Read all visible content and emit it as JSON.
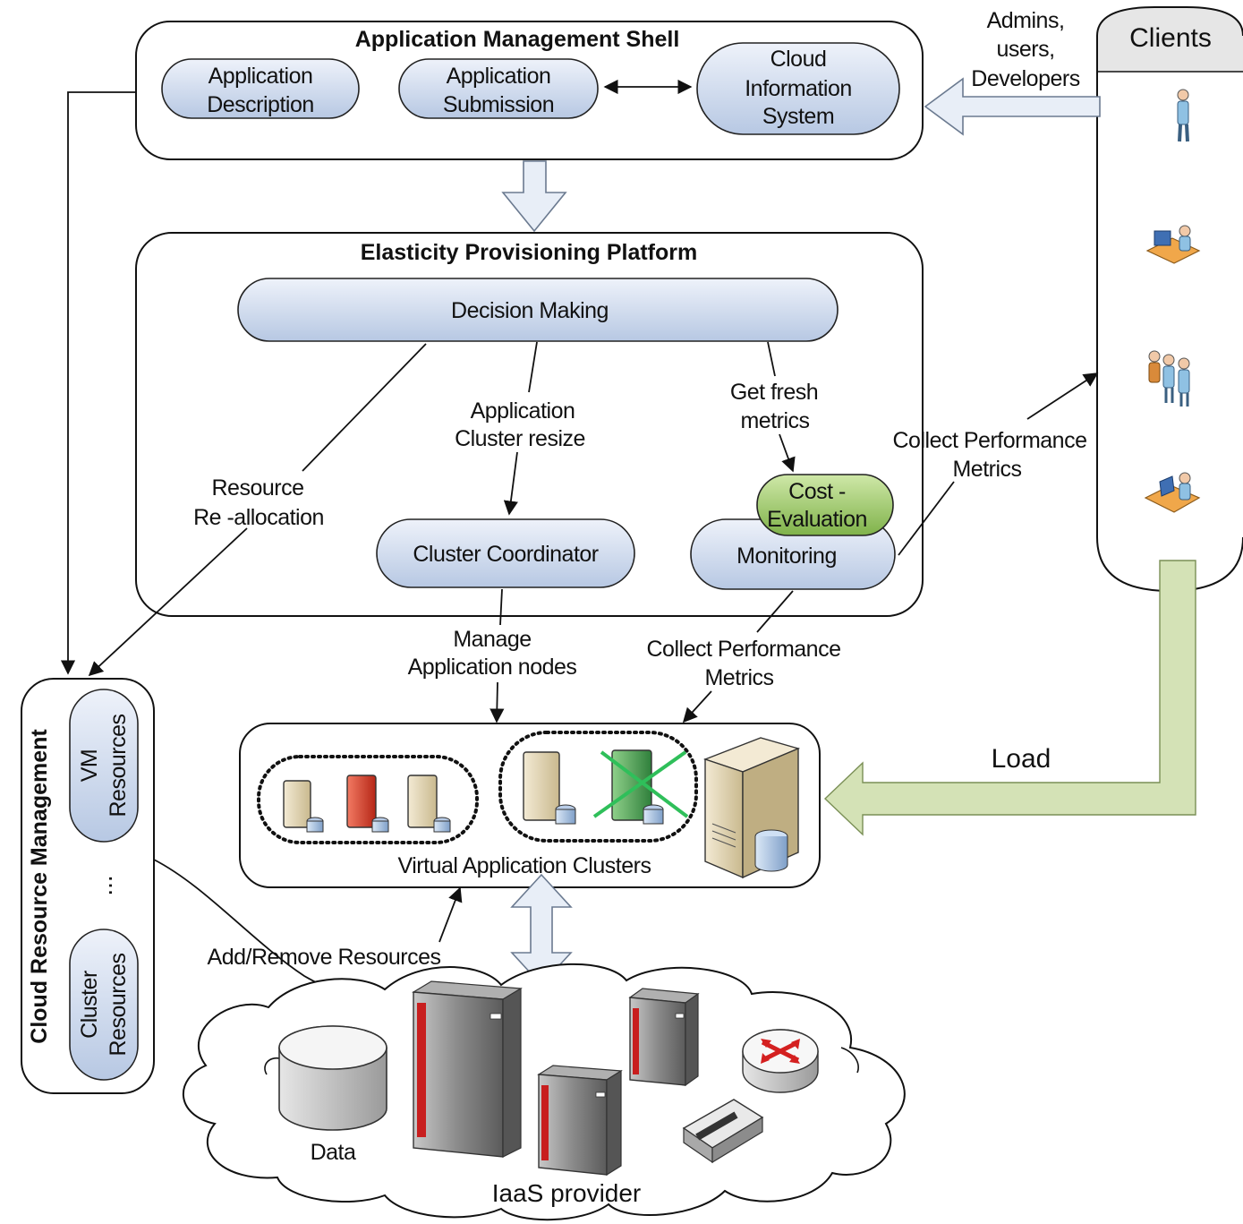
{
  "shell": {
    "title": "Application Management Shell",
    "app_description": [
      "Application",
      "Description"
    ],
    "app_submission": [
      "Application",
      "Submission"
    ],
    "cloud_info": [
      "Cloud",
      "Information",
      "System"
    ]
  },
  "platform": {
    "title": "Elasticity Provisioning Platform",
    "decision_making": "Decision Making",
    "cluster_coordinator": "Cluster Coordinator",
    "monitoring": "Monitoring",
    "cost_evaluation": [
      "Cost -",
      "Evaluation"
    ]
  },
  "edges": {
    "resource_reallocation": [
      "Resource",
      "Re -allocation"
    ],
    "cluster_resize": [
      "Application",
      "Cluster resize"
    ],
    "get_fresh_metrics": [
      "Get fresh",
      "metrics"
    ],
    "collect_metrics_right": [
      "Collect Performance",
      "Metrics"
    ],
    "manage_nodes": [
      "Manage",
      "Application nodes"
    ],
    "collect_metrics_bottom": [
      "Collect Performance",
      "Metrics"
    ],
    "add_remove": "Add/Remove Resources",
    "admins": [
      "Admins,",
      "users,",
      "Developers"
    ],
    "load": "Load"
  },
  "clients": {
    "title": "Clients",
    "icons": [
      "presenter-icon",
      "user-at-desk-icon",
      "user-group-icon",
      "laptop-user-icon"
    ]
  },
  "clusters": {
    "label": "Virtual Application Clusters"
  },
  "crm": {
    "title": "Cloud Resource Management",
    "vm_resources": [
      "VM",
      "Resources"
    ],
    "ellipsis": "...",
    "cluster_resources": [
      "Cluster",
      "Resources"
    ]
  },
  "iaas": {
    "label": "IaaS provider",
    "data_label": "Data"
  },
  "colors": {
    "pill_fill": "#c9d6ea",
    "cost_fill": "#9cc86b",
    "load_arrow": "#d4e2b6",
    "hollow_arrow": "#e8eef7",
    "server_red": "#d23a2a",
    "server_green": "#3e9a4a",
    "cross_green": "#2fbf5a"
  }
}
